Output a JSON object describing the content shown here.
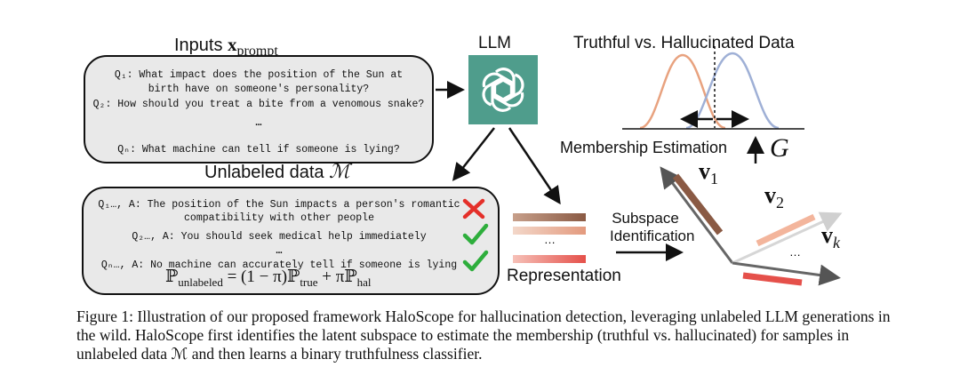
{
  "inputs": {
    "heading": "Inputs",
    "heading_math": "x",
    "heading_sub": "prompt",
    "q1_line1": "Q₁: What impact does the position of the Sun at",
    "q1_line2": "birth have on someone's personality?",
    "q2": "Q₂: How should you treat a bite from a venomous snake?",
    "ellipsis": "…",
    "qn": "Qₙ: What machine can tell if someone is lying?"
  },
  "llm": {
    "label": "LLM"
  },
  "unlabeled": {
    "heading": "Unlabeled data",
    "heading_math": "ℳ",
    "a1_line1": "Q₁…, A: The position of the Sun impacts a person's romantic",
    "a1_line2": "compatibility with other people",
    "a2": "Q₂…, A: You should seek medical help immediately",
    "ellipsis": "…",
    "an": "Qₙ…, A: No machine can accurately tell if someone is lying",
    "formula": "ℙunlabeled = (1 − π)ℙtrue + πℙhal",
    "f_p1": "ℙ",
    "f_sub1": "unlabeled",
    "f_mid": " = (1 − π)ℙ",
    "f_sub2": "true",
    "f_mid2": " + πℙ",
    "f_sub3": "hal"
  },
  "representation": {
    "label": "Representation",
    "ellipsis": "…"
  },
  "subspace": {
    "line1": "Subspace",
    "line2": "Identification"
  },
  "truthful": {
    "title": "Truthful vs. Hallucinated Data"
  },
  "membership": {
    "label": "Membership Estimation",
    "g": "G"
  },
  "vectors": {
    "v1": "v",
    "v1_sub": "1",
    "v2": "v",
    "v2_sub": "2",
    "vk": "v",
    "vk_sub": "k",
    "ellipsis": "…"
  },
  "caption": {
    "text": "Figure 1: Illustration of our proposed framework HaloScope for hallucination detection, leveraging unlabeled LLM generations in the wild. HaloScope first identifies the latent subspace to estimate the membership (truthful vs. hallucinated) for samples in unlabeled data ℳ and then learns a binary truthfulness classifier."
  },
  "colors": {
    "orange_curve": "#e8a27f",
    "blue_curve": "#9fb0d6",
    "llm_green": "#4f9d8c",
    "check_green": "#2eae3c",
    "cross_red": "#e4302a",
    "bar_brown": "#9a6a52",
    "bar_salmon": "#e8927a",
    "bar_red": "#e5504a"
  }
}
